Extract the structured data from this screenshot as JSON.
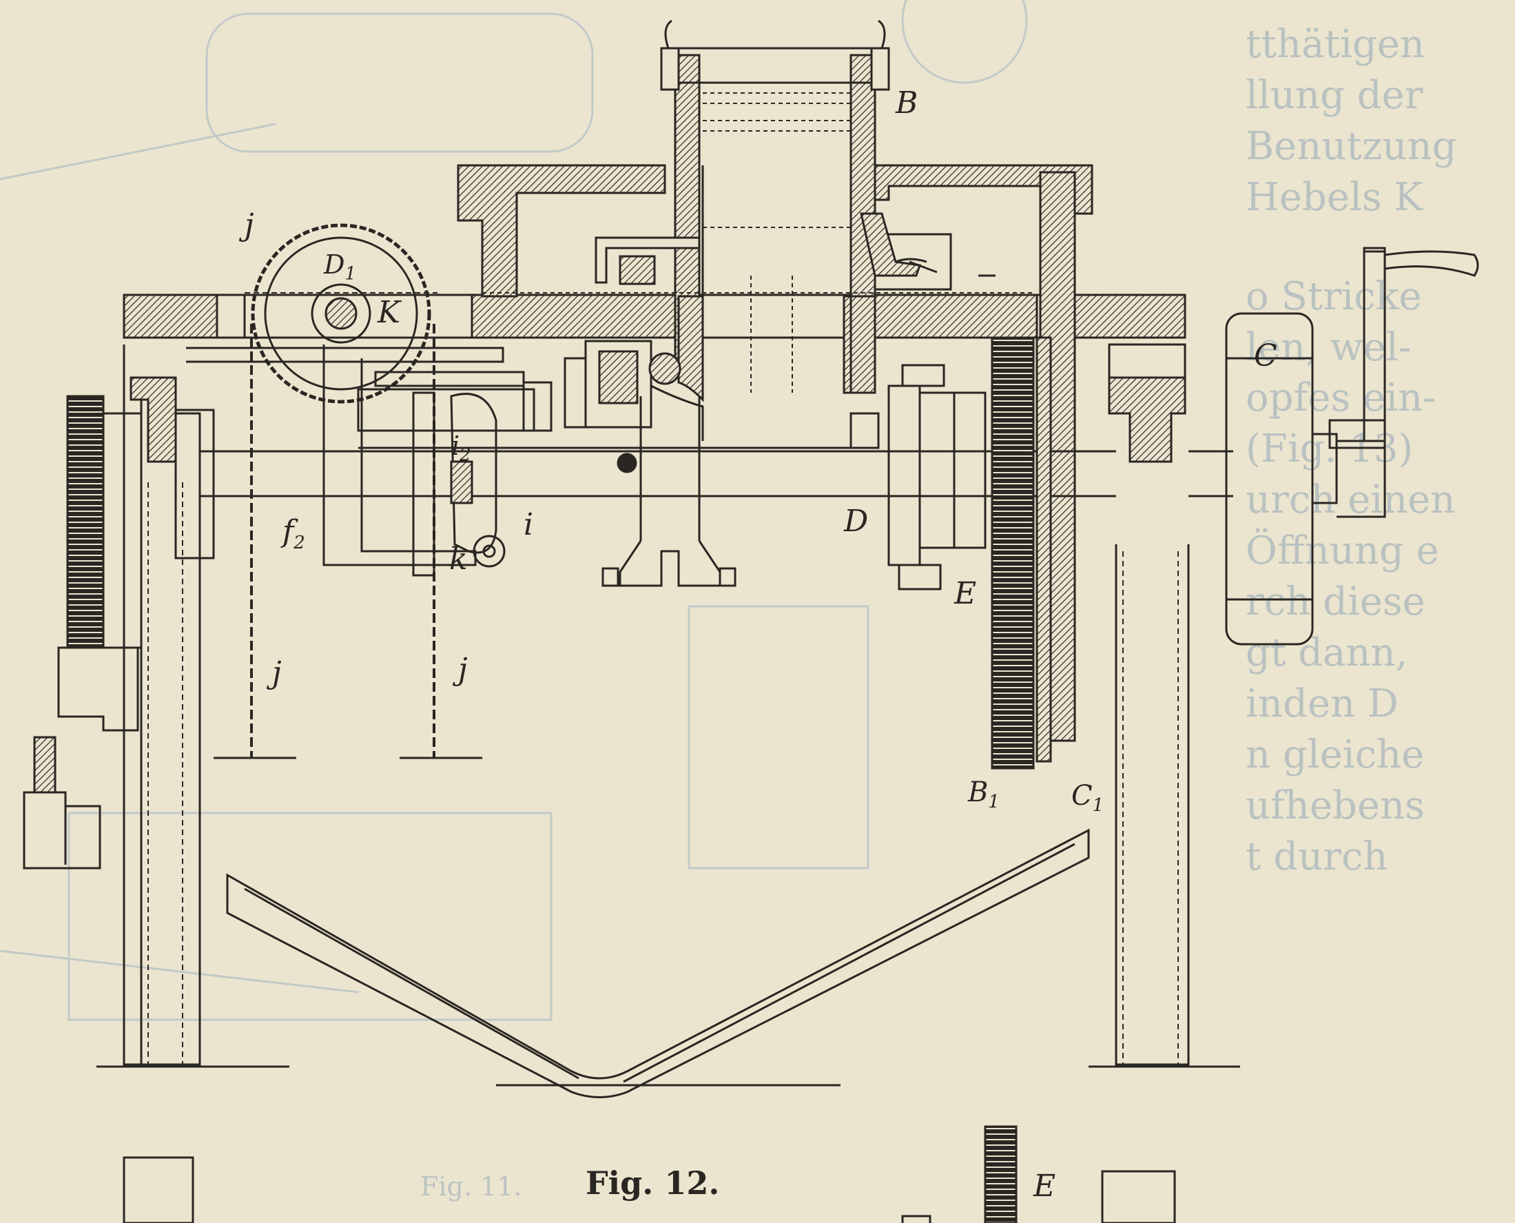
{
  "caption": "Fig. 12.",
  "bleed_caption": "Fig. 11.",
  "labels": {
    "B": "B",
    "C": "C",
    "C1": "C",
    "D": "D",
    "D1": "D",
    "E": "E",
    "E_lower": "E",
    "B1": "B",
    "K": "K",
    "i": "i",
    "i2": "i",
    "f2": "f",
    "k": "k",
    "j_top": "j",
    "j_left": "j",
    "j_right": "j",
    "sub_1": "1",
    "sub_2": "2"
  },
  "bleed_text": [
    "tthätigen",
    "llung der",
    "Benutzung",
    "Hebels K",
    "o Stricke",
    "len, wel-",
    "opfes ein-",
    "(Fig. 13)",
    "urch einen",
    "Öffnung e",
    "rch diese",
    "gt dann,",
    "inden D",
    "n gleiche",
    "ufhebens",
    "t durch"
  ],
  "colors": {
    "paper": "#ebe4cf",
    "ink": "#2a2622",
    "bleed": "#b9c2c0"
  }
}
